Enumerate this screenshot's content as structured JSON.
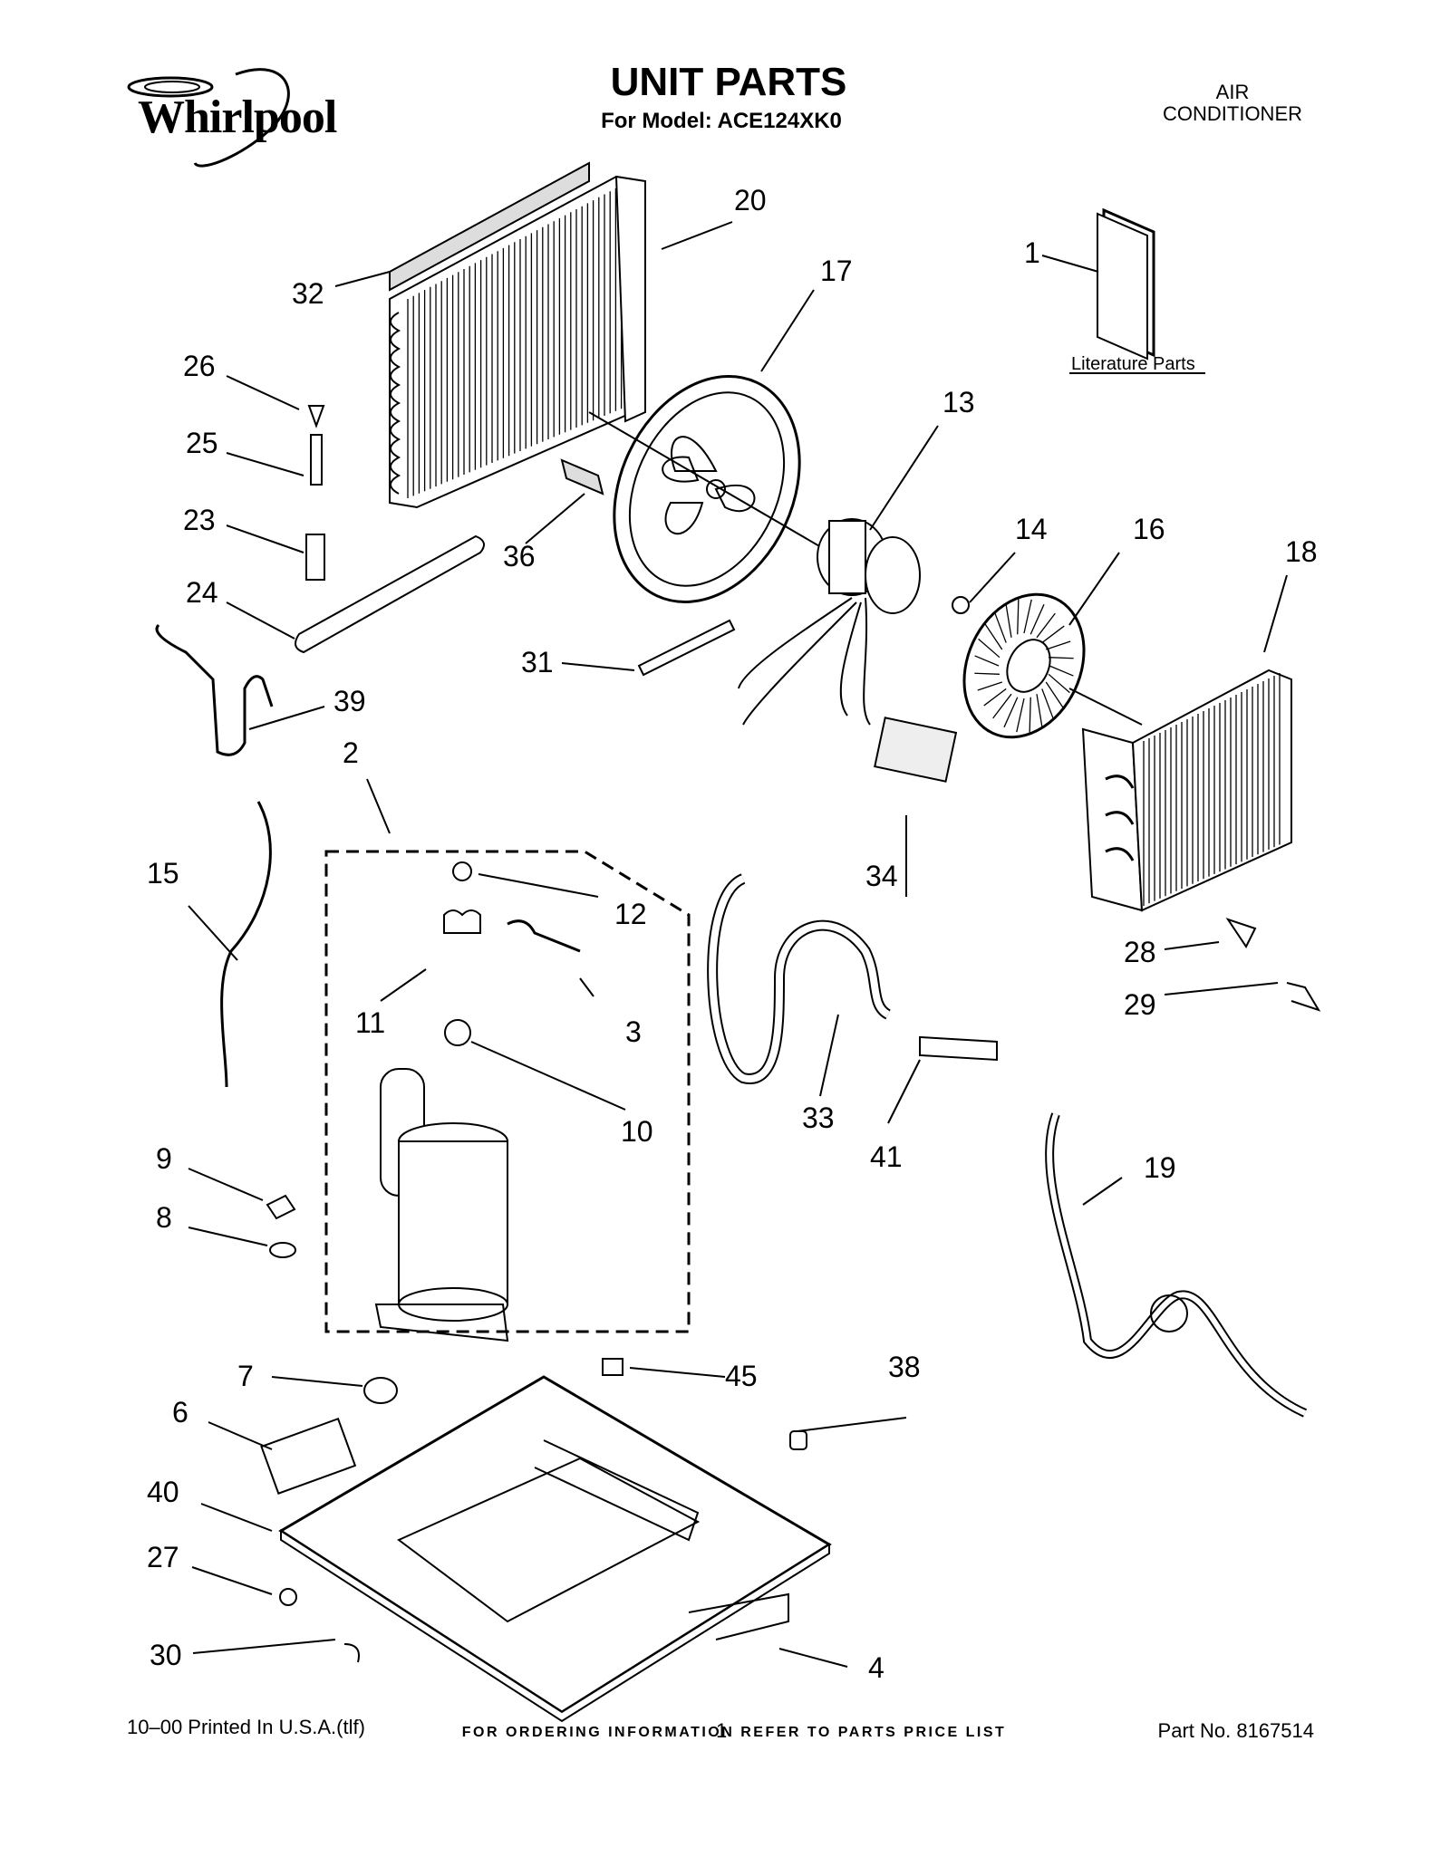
{
  "header": {
    "brand": "Whirlpool",
    "title": "UNIT PARTS",
    "model_line": "For Model: ACE124XK0",
    "category": "AIR CONDITIONER"
  },
  "literature_caption": "Literature Parts",
  "callouts": [
    "1",
    "2",
    "3",
    "4",
    "6",
    "7",
    "8",
    "9",
    "10",
    "11",
    "12",
    "13",
    "14",
    "15",
    "16",
    "17",
    "18",
    "19",
    "20",
    "23",
    "24",
    "25",
    "26",
    "27",
    "28",
    "29",
    "30",
    "31",
    "32",
    "33",
    "34",
    "36",
    "38",
    "39",
    "40",
    "41",
    "45"
  ],
  "footer": {
    "order_info": "FOR ORDERING INFORMATION REFER TO PARTS PRICE LIST",
    "print_info": "10–00 Printed In U.S.A.(tlf)",
    "page_number": "1",
    "part_number": "Part No. 8167514"
  }
}
